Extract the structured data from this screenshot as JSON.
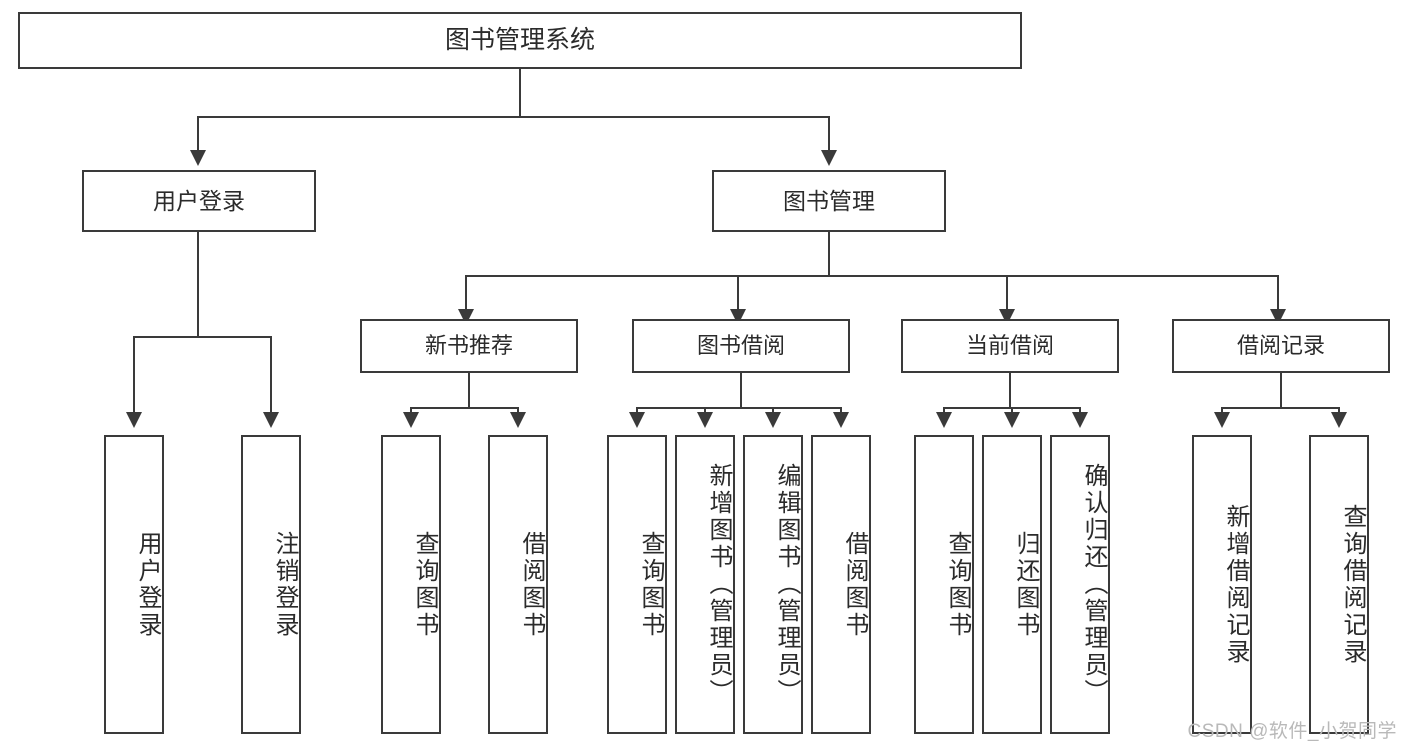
{
  "diagram": {
    "title": "图书管理系统",
    "type": "hierarchy-tree",
    "root": {
      "label": "图书管理系统"
    },
    "level1": [
      {
        "label": "用户登录"
      },
      {
        "label": "图书管理"
      }
    ],
    "level2": [
      {
        "label": "新书推荐"
      },
      {
        "label": "图书借阅"
      },
      {
        "label": "当前借阅"
      },
      {
        "label": "借阅记录"
      }
    ],
    "leaves": {
      "user_login": [
        {
          "label": "用户登录"
        },
        {
          "label": "注销登录"
        }
      ],
      "new_book_recommend": [
        {
          "label": "查询图书"
        },
        {
          "label": "借阅图书"
        }
      ],
      "book_borrow": [
        {
          "label": "查询图书"
        },
        {
          "label": "新增图书（管理员）"
        },
        {
          "label": "编辑图书（管理员）"
        },
        {
          "label": "借阅图书"
        }
      ],
      "current_borrow": [
        {
          "label": "查询图书"
        },
        {
          "label": "归还图书"
        },
        {
          "label": "确认归还（管理员）"
        }
      ],
      "borrow_record": [
        {
          "label": "新增借阅记录"
        },
        {
          "label": "查询借阅记录"
        }
      ]
    }
  },
  "watermark": {
    "text": "CSDN @软件_小贺同学"
  },
  "colors": {
    "stroke": "#3a3a3a",
    "text": "#2b2b2b",
    "background": "#ffffff",
    "watermark": "#b9b9b9"
  }
}
